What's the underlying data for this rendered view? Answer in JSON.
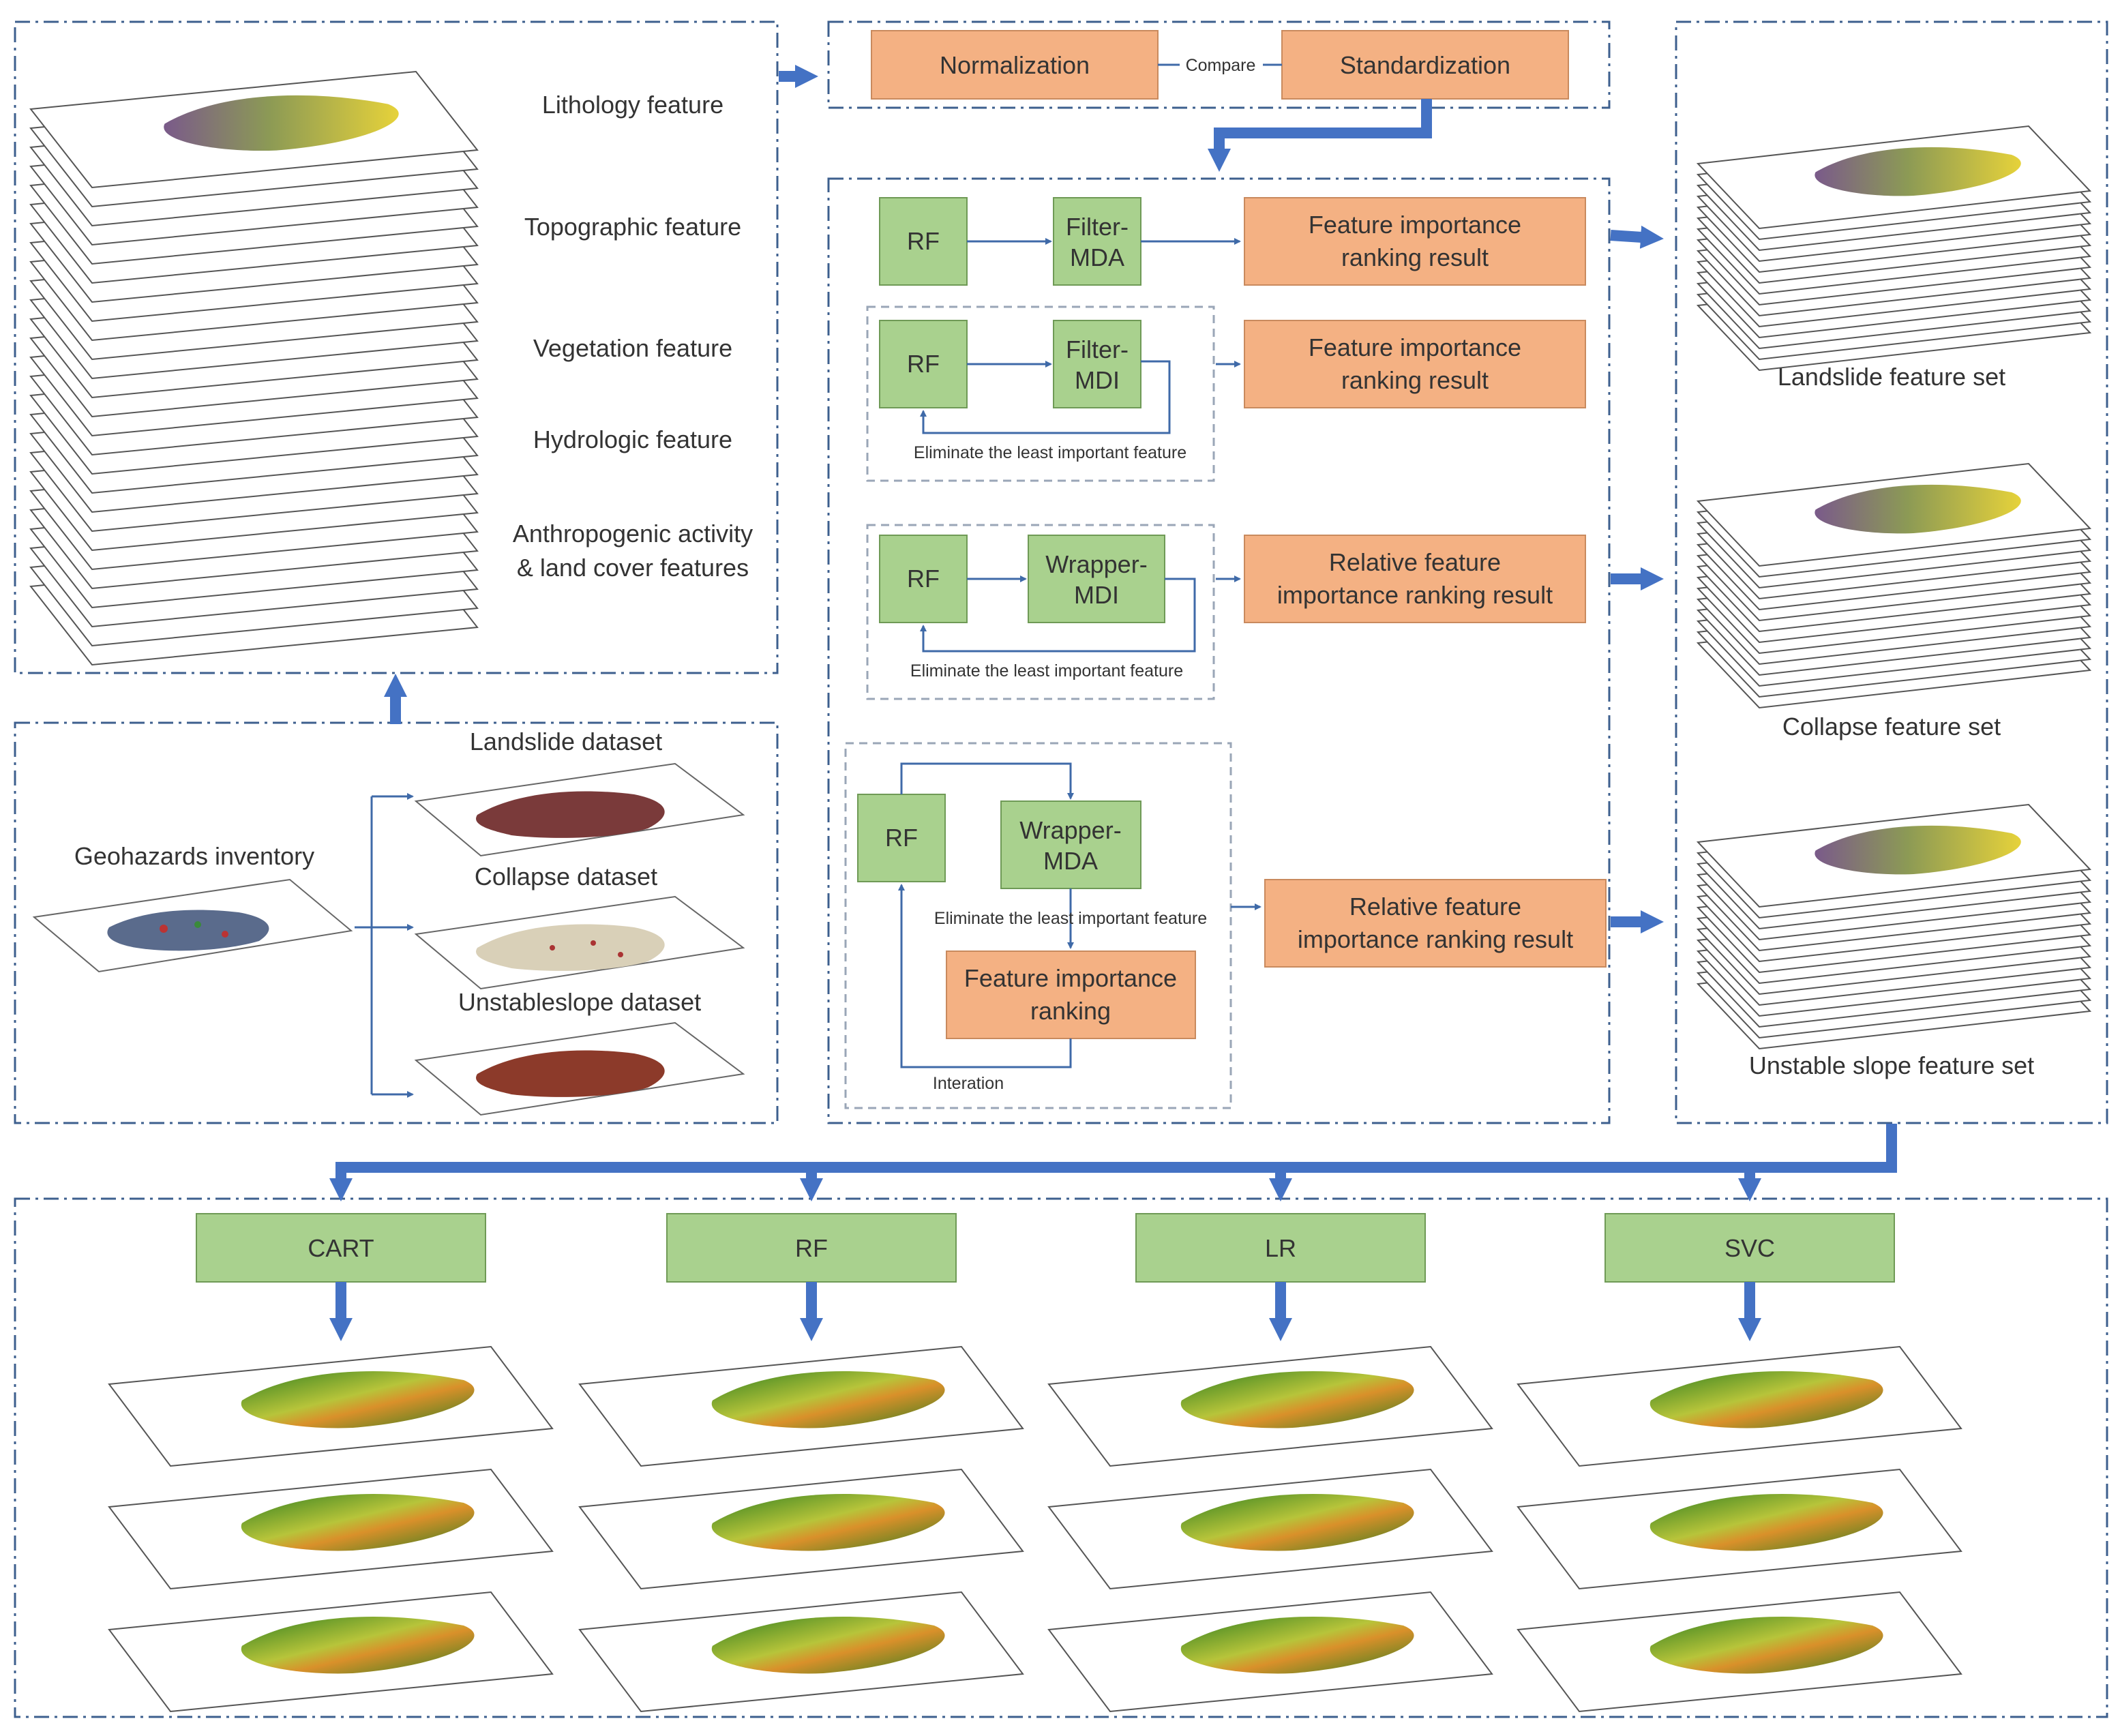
{
  "palette": {
    "orange_box": "#f4b183",
    "green_box": "#a9d18e",
    "arrow_blue": "#4472c4",
    "frame": "#3d5f8e"
  },
  "feature_layers": {
    "lithology": "Lithology feature",
    "topographic": "Topographic feature",
    "vegetation": "Vegetation feature",
    "hydrologic": "Hydrologic feature",
    "anthropogenic_1": "Anthropogenic activity",
    "anthropogenic_2": "& land cover features"
  },
  "inventory": {
    "title": "Geohazards inventory",
    "landslide": "Landslide dataset",
    "collapse": "Collapse dataset",
    "unstable": "Unstableslope dataset"
  },
  "preprocess": {
    "normalization": "Normalization",
    "compare": "Compare",
    "standardization": "Standardization"
  },
  "selection": {
    "rf": "RF",
    "filter_mda": [
      "Filter-",
      "MDA"
    ],
    "filter_mdi": [
      "Filter-",
      "MDI"
    ],
    "wrapper_mdi": [
      "Wrapper-",
      "MDI"
    ],
    "wrapper_mda": [
      "Wrapper-",
      "MDA"
    ],
    "importance_result": [
      "Feature importance",
      "ranking result"
    ],
    "relative_result": [
      "Relative feature",
      "importance ranking result"
    ],
    "eliminate_1": "Eliminate the least important feature",
    "eliminate_2": "Eliminate the least important feature",
    "eliminate_3": "Eliminate the least important feature",
    "importance_ranking": [
      "Feature importance",
      "ranking"
    ],
    "interation": "Interation"
  },
  "feature_sets": {
    "landslide": "Landslide feature set",
    "collapse": "Collapse feature set",
    "unstable": "Unstable slope feature set"
  },
  "models": [
    "CART",
    "RF",
    "LR",
    "SVC"
  ]
}
